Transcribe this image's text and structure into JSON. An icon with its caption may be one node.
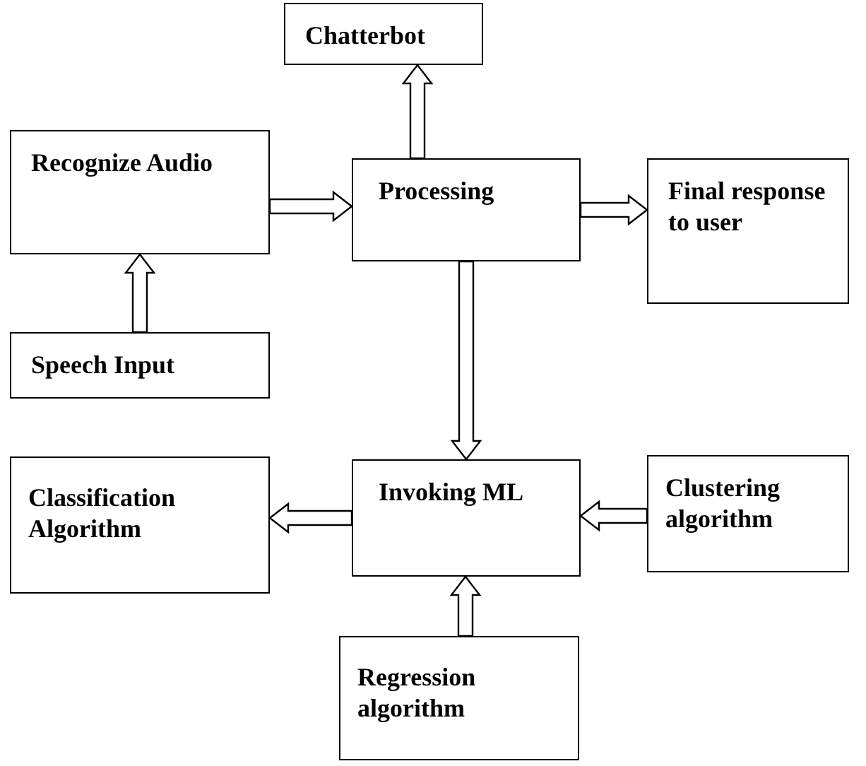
{
  "diagram": {
    "nodes": [
      {
        "text": [
          "Chatterbot"
        ]
      },
      {
        "text": [
          "Recognize Audio"
        ]
      },
      {
        "text": [
          "Processing"
        ]
      },
      {
        "text": [
          "Final response to user"
        ]
      },
      {
        "text": [
          "Speech Input"
        ]
      },
      {
        "text": [
          "Invoking ML"
        ]
      },
      {
        "text": [
          "Classification Algorithm"
        ]
      },
      {
        "text": [
          "Clustering algorithm"
        ]
      },
      {
        "text": [
          "Regression algorithm"
        ]
      }
    ],
    "edges": [
      {
        "from": 2,
        "to": 0,
        "arrow": "to"
      },
      {
        "from": 1,
        "to": 2,
        "arrow": "to"
      },
      {
        "from": 2,
        "to": 3,
        "arrow": "to"
      },
      {
        "from": 4,
        "to": 1,
        "arrow": "to"
      },
      {
        "from": 2,
        "to": 5,
        "arrow": "to"
      },
      {
        "from": 5,
        "to": 6,
        "arrow": "to"
      },
      {
        "from": 7,
        "to": 5,
        "arrow": "to"
      },
      {
        "from": 8,
        "to": 5,
        "arrow": "to"
      }
    ]
  }
}
